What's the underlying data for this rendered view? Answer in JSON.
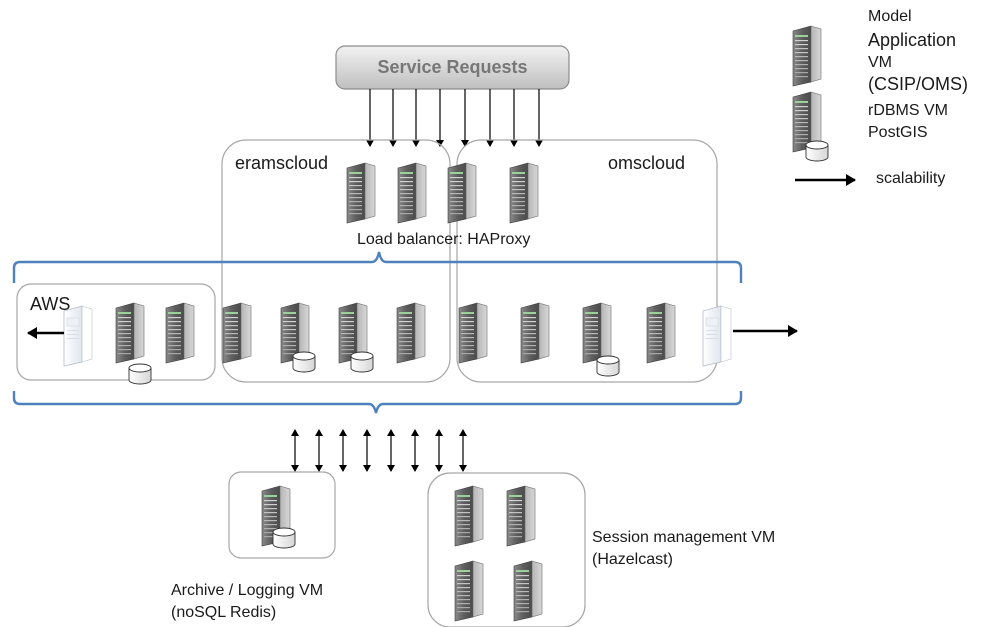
{
  "service_requests": "Service Requests",
  "clouds": {
    "erams": "eramscloud",
    "oms": "omscloud",
    "aws": "AWS"
  },
  "load_balancer": "Load balancer: HAProxy",
  "archive": {
    "line1": "Archive / Logging  VM",
    "line2": "(noSQL Redis)"
  },
  "session": {
    "line1": "Session management VM",
    "line2": "(Hazelcast)"
  },
  "legend": {
    "model_line1": "Model",
    "model_line2": "Application",
    "model_line3": "VM",
    "model_line4": "(CSIP/OMS)",
    "db_line1": "rDBMS VM",
    "db_line2": "PostGIS",
    "arrow_label": "scalability"
  },
  "colors": {
    "group_border": "#a6a6a6",
    "bracket": "#4f81bd",
    "service_box_fill": "#d9d9d9",
    "service_text": "#777777"
  },
  "icons": {
    "server": "server-tower-icon",
    "database": "database-cylinder-icon",
    "external_server": "white-server-icon"
  }
}
